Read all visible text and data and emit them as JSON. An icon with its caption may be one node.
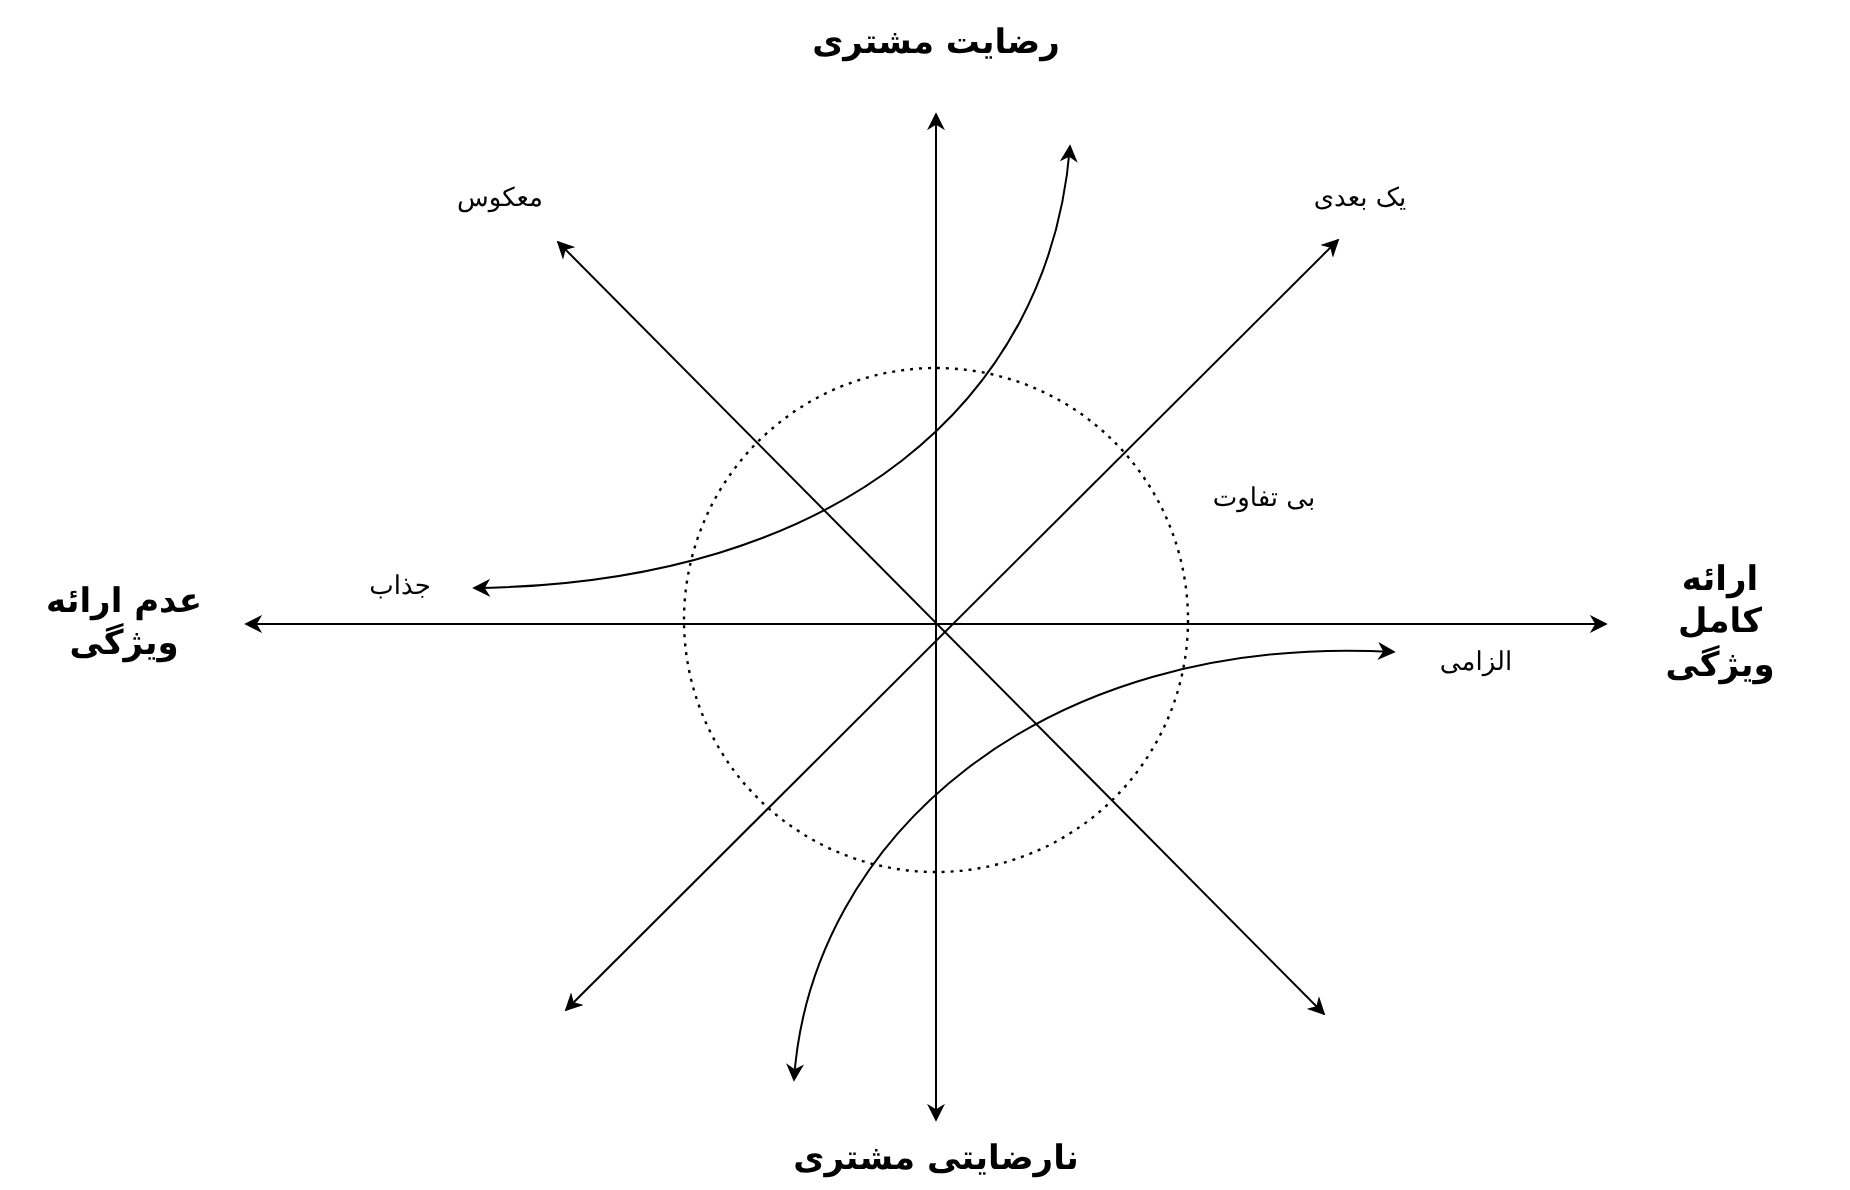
{
  "diagram": {
    "nodes": [
      {
        "text": [],
        "shape": "circle",
        "beside": [
          "بی تفاوت"
        ]
      }
    ],
    "labels": [
      "رضایت مشتری",
      "معکوس",
      "یک بعدی",
      "عدم ارائه ویژگی",
      "جذاب",
      "ارائه کامل ویژگی",
      "الزامی",
      "نارضایتی مشتری"
    ]
  }
}
